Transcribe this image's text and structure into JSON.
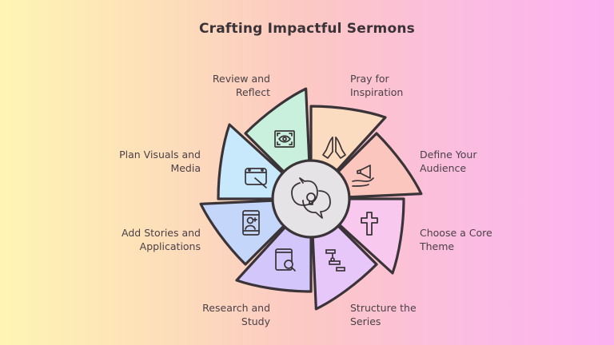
{
  "title": "Crafting Impactful Sermons",
  "center": {
    "icon": "speech-bubbles-lightbulb-icon",
    "fill": "#e5e3e5"
  },
  "segments": [
    {
      "label_line1": "Pray for",
      "label_line2": "Inspiration",
      "icon": "praying-hands-icon",
      "fill": "#fbdcc0"
    },
    {
      "label_line1": "Define Your",
      "label_line2": "Audience",
      "icon": "megaphone-hand-icon",
      "fill": "#fbc6bd"
    },
    {
      "label_line1": "Choose a Core",
      "label_line2": "Theme",
      "icon": "cross-icon",
      "fill": "#f9c8ee"
    },
    {
      "label_line1": "Structure the",
      "label_line2": "Series",
      "icon": "structure-chart-icon",
      "fill": "#e7c7fa"
    },
    {
      "label_line1": "Research and",
      "label_line2": "Study",
      "icon": "research-magnifier-icon",
      "fill": "#d2c6fb"
    },
    {
      "label_line1": "Add Stories and",
      "label_line2": "Applications",
      "icon": "phone-user-icon",
      "fill": "#c5d6fb"
    },
    {
      "label_line1": "Plan Visuals and",
      "label_line2": "Media",
      "icon": "tablet-pen-icon",
      "fill": "#c8e9fb"
    },
    {
      "label_line1": "Review and",
      "label_line2": "Reflect",
      "icon": "eye-frame-icon",
      "fill": "#c8f0dc"
    }
  ]
}
